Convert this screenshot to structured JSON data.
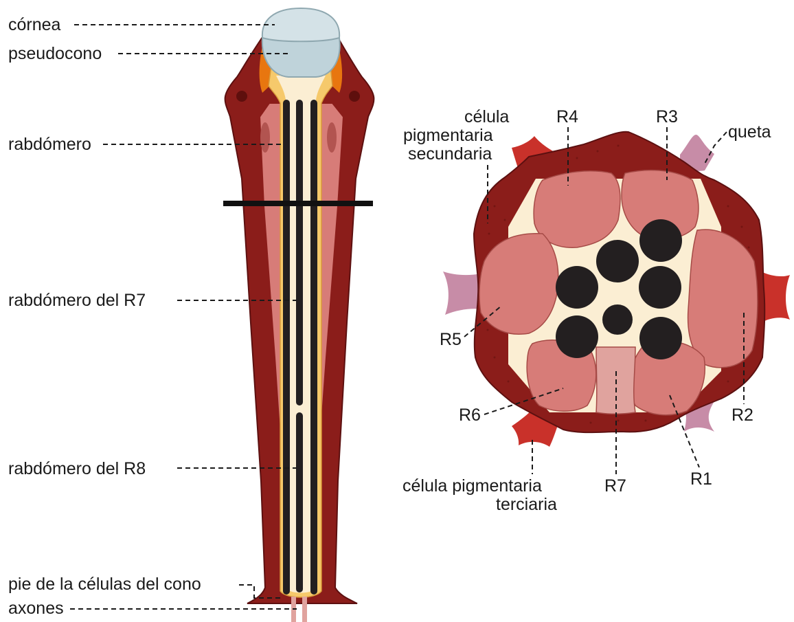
{
  "labels": {
    "cornea": "córnea",
    "pseudocono": "pseudocono",
    "rabdomero": "rabdómero",
    "rabdomero_r7": "rabdómero del R7",
    "rabdomero_r8": "rabdómero del R8",
    "pie_celulas_cono": "pie de la células del cono",
    "axones": "axones",
    "celula_secundaria": [
      "célula",
      "pigmentaria",
      "secundaria"
    ],
    "celula_terciaria": [
      "célula pigmentaria",
      "terciaria"
    ],
    "queta": "queta",
    "R1": "R1",
    "R2": "R2",
    "R3": "R3",
    "R4": "R4",
    "R5": "R5",
    "R6": "R6",
    "R7": "R7"
  },
  "colors": {
    "pigment_dark": "#8b1d1a",
    "pigment_light": "#c9312a",
    "photoreceptor": "#d77c78",
    "photoreceptor_light": "#e0a39e",
    "rhabdomere": "#231f20",
    "cone_yellow": "#f6c96b",
    "cream": "#fbeed3",
    "cornea": "#bfd3da",
    "orange": "#e8760f",
    "bristle": "#c78ca7"
  }
}
